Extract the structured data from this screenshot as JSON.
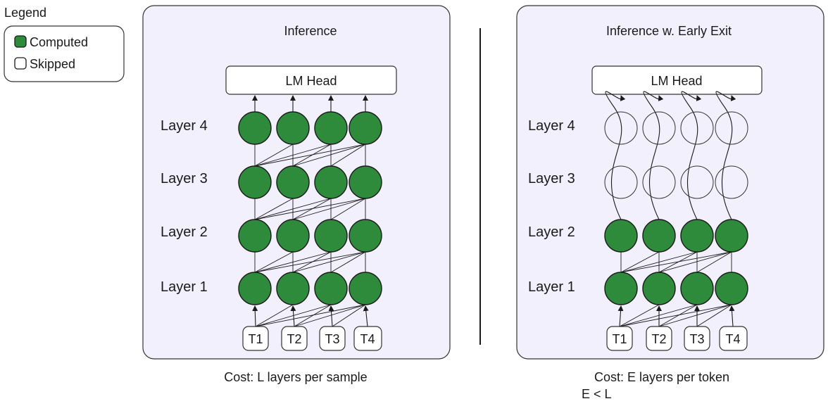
{
  "legend": {
    "title": "Legend",
    "items": [
      {
        "label": "Computed",
        "state": "computed"
      },
      {
        "label": "Skipped",
        "state": "skipped"
      }
    ]
  },
  "colors": {
    "computed": "#2e8b3b",
    "skipped": "#ffffff",
    "panel": "#f1f0fc",
    "stroke": "#333333"
  },
  "panels": [
    {
      "title": "Inference",
      "head_label": "LM Head",
      "layer_labels": [
        "Layer 4",
        "Layer 3",
        "Layer 2",
        "Layer 1"
      ],
      "tokens": [
        "T1",
        "T2",
        "T3",
        "T4"
      ],
      "computed_layers": 4,
      "cost_lines": [
        "Cost: L layers per sample"
      ]
    },
    {
      "title": "Inference w. Early Exit",
      "head_label": "LM Head",
      "layer_labels": [
        "Layer 4",
        "Layer 3",
        "Layer 2",
        "Layer 1"
      ],
      "tokens": [
        "T1",
        "T2",
        "T3",
        "T4"
      ],
      "computed_layers": 2,
      "cost_lines": [
        "Cost: E layers per token",
        "E < L"
      ]
    }
  ]
}
